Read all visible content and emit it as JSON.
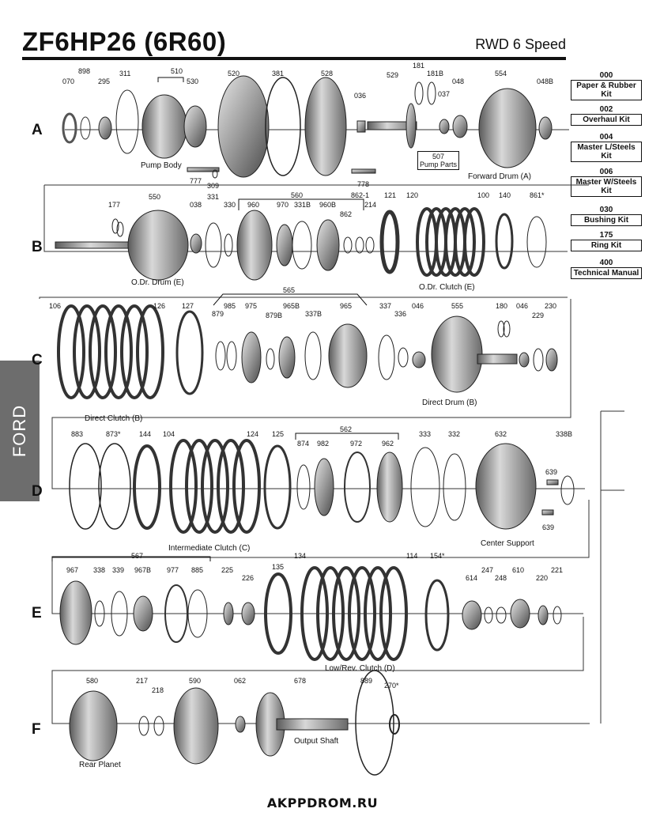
{
  "header": {
    "title": "ZF6HP26 (6R60)",
    "subtitle": "RWD 6 Speed"
  },
  "side_tab": "FORD",
  "footer": "AKPPDROM.RU",
  "rows": [
    "A",
    "B",
    "C",
    "D",
    "E",
    "F"
  ],
  "kits": [
    {
      "num": "000",
      "label": "Paper & Rubber Kit"
    },
    {
      "num": "002",
      "label": "Overhaul Kit"
    },
    {
      "num": "004",
      "label": "Master L/Steels Kit"
    },
    {
      "num": "006",
      "label": "Master W/Steels Kit"
    },
    {
      "num": "030",
      "label": "Bushing Kit"
    },
    {
      "num": "175",
      "label": "Ring Kit"
    },
    {
      "num": "400",
      "label": "Technical Manual"
    }
  ],
  "pump_parts": {
    "num": "507",
    "label": "Pump Parts"
  },
  "part_numbers": {
    "a": [
      "070",
      "898",
      "295",
      "311",
      "510",
      "530",
      "520",
      "381",
      "528",
      "036",
      "529",
      "181",
      "181B",
      "037",
      "048",
      "554",
      "048B",
      "777",
      "309",
      "778"
    ],
    "b": [
      "177",
      "550",
      "038",
      "331",
      "330",
      "560",
      "960",
      "970",
      "331B",
      "960B",
      "862-1",
      "862",
      "214",
      "121",
      "120",
      "100",
      "140",
      "861*"
    ],
    "c": [
      "565",
      "106",
      "126",
      "127",
      "879",
      "985",
      "975",
      "879B",
      "965B",
      "337B",
      "965",
      "337",
      "336",
      "046",
      "555",
      "180",
      "046",
      "229",
      "230"
    ],
    "d": [
      "883",
      "873*",
      "144",
      "104",
      "124",
      "125",
      "562",
      "874",
      "982",
      "972",
      "962",
      "333",
      "332",
      "632",
      "338B",
      "639",
      "639"
    ],
    "e": [
      "567",
      "967",
      "338",
      "339",
      "967B",
      "977",
      "885",
      "225",
      "226",
      "135",
      "134",
      "114",
      "154*",
      "614",
      "247",
      "248",
      "610",
      "220",
      "221"
    ],
    "f": [
      "580",
      "217",
      "218",
      "590",
      "062",
      "678",
      "889",
      "270*"
    ]
  },
  "captions": {
    "pump_body": "Pump Body",
    "forward_drum": "Forward Drum (A)",
    "odr_drum": "O.Dr. Drum (E)",
    "odr_clutch": "O.Dr. Clutch (E)",
    "direct_clutch": "Direct Clutch (B)",
    "direct_drum": "Direct Drum (B)",
    "intermediate_clutch": "Intermediate Clutch (C)",
    "center_support": "Center Support",
    "low_rev_clutch": "Low/Rev. Clutch (D)",
    "rear_planet": "Rear Planet",
    "output_shaft": "Output Shaft"
  }
}
